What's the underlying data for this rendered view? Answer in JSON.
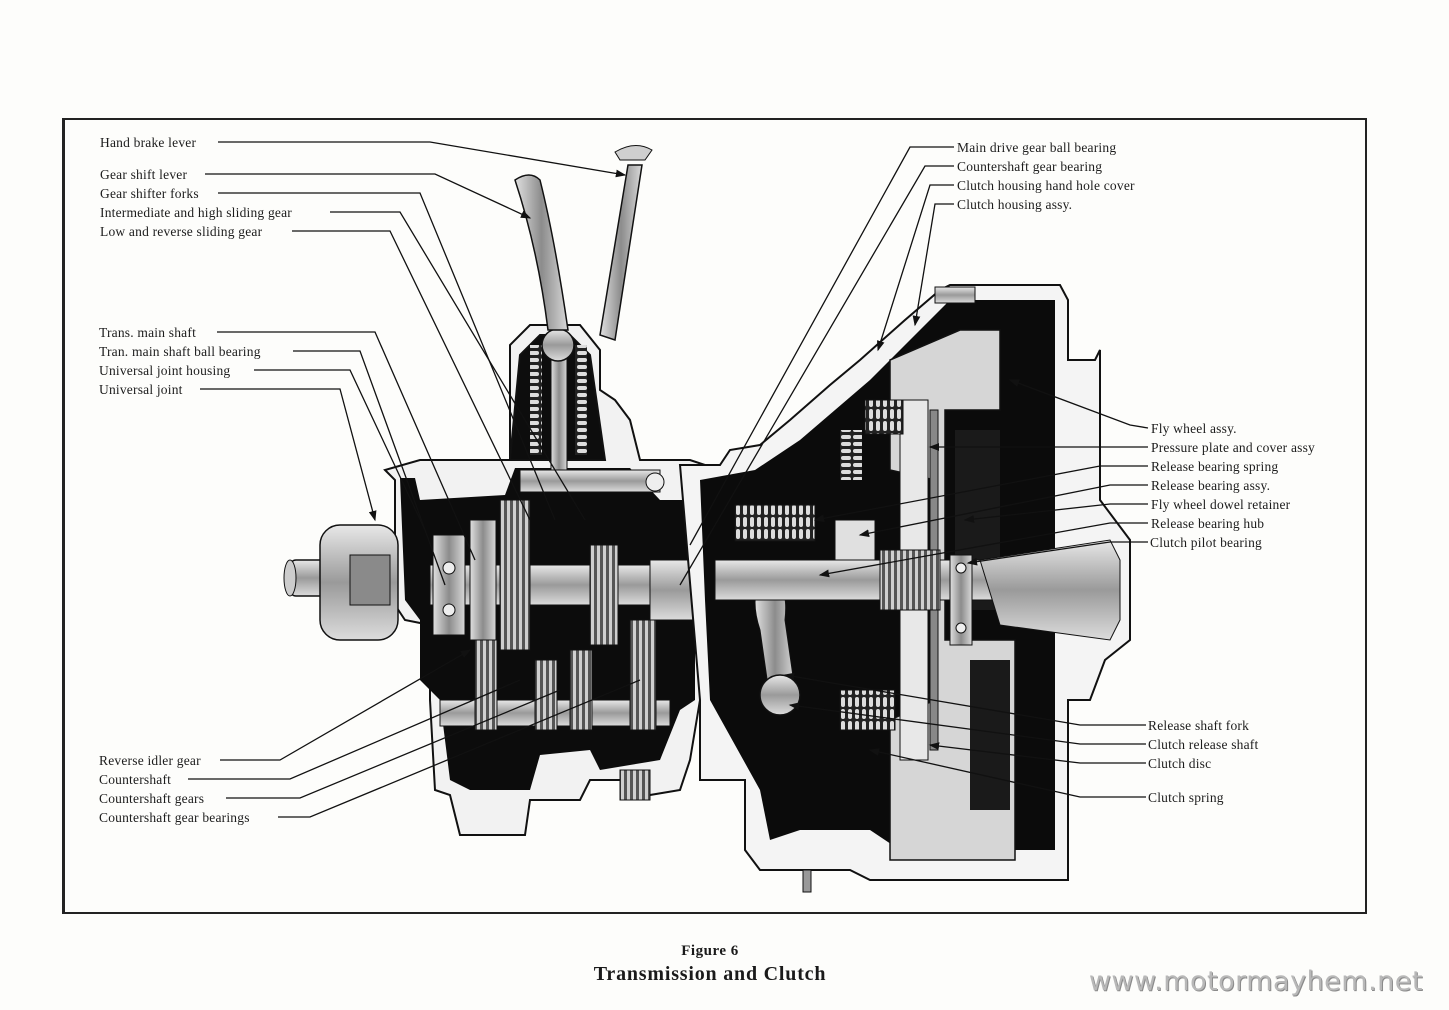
{
  "figure": {
    "number_label": "Figure 6",
    "title": "Transmission and Clutch"
  },
  "watermark": "www.motormayhem.net",
  "labels_left_top": [
    "Hand brake lever",
    "Gear shift lever",
    "Gear shifter forks",
    "Intermediate and high sliding gear",
    "Low and reverse sliding gear"
  ],
  "labels_left_middle": [
    "Trans. main shaft",
    "Tran. main shaft ball bearing",
    "Universal joint housing",
    "Universal joint"
  ],
  "labels_left_bottom": [
    "Reverse idler gear",
    "Countershaft",
    "Countershaft gears",
    "Countershaft gear bearings"
  ],
  "labels_right_top": [
    "Main drive gear ball bearing",
    "Countershaft gear bearing",
    "Clutch housing hand hole cover",
    "Clutch housing assy."
  ],
  "labels_right_middle": [
    "Fly wheel assy.",
    "Pressure plate and cover assy",
    "Release bearing spring",
    "Release bearing assy.",
    "Fly wheel dowel retainer",
    "Release bearing hub",
    "Clutch pilot bearing"
  ],
  "labels_right_bottom": [
    "Release shaft fork",
    "Clutch release shaft",
    "Clutch disc",
    "Clutch spring"
  ]
}
